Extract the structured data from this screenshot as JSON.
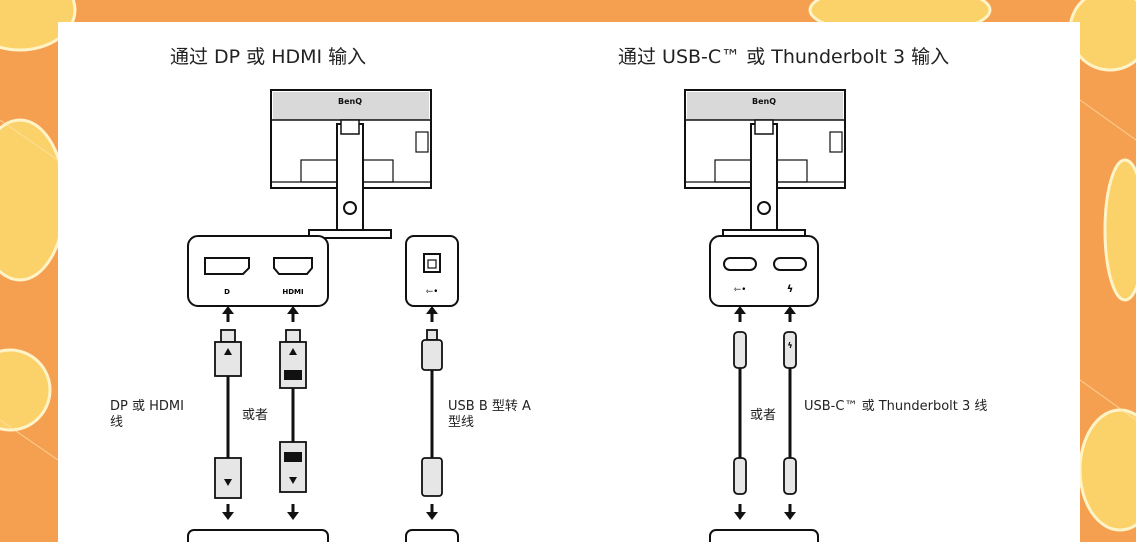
{
  "left": {
    "title": "通过 DP 或 HDMI 输入",
    "port_dp_label": "DP-icon",
    "port_hdmi_label": "HDMI",
    "cable_label_line1": "DP 或 HDMI",
    "cable_label_line2": "线",
    "or_label": "或者",
    "usb_label_line1": "USB B 型转 A",
    "usb_label_line2": "型线"
  },
  "right": {
    "title": "通过 USB-C™ 或 Thunderbolt 3 输入",
    "or_label": "或者",
    "cable_label": "USB-C™ 或 Thunderbolt 3 线"
  },
  "monitor": {
    "brand": "BenQ"
  },
  "colors": {
    "background": "#f5a050",
    "panel": "#ffffff",
    "ink": "#1a1a1a",
    "connector": "#e6e6e6"
  }
}
